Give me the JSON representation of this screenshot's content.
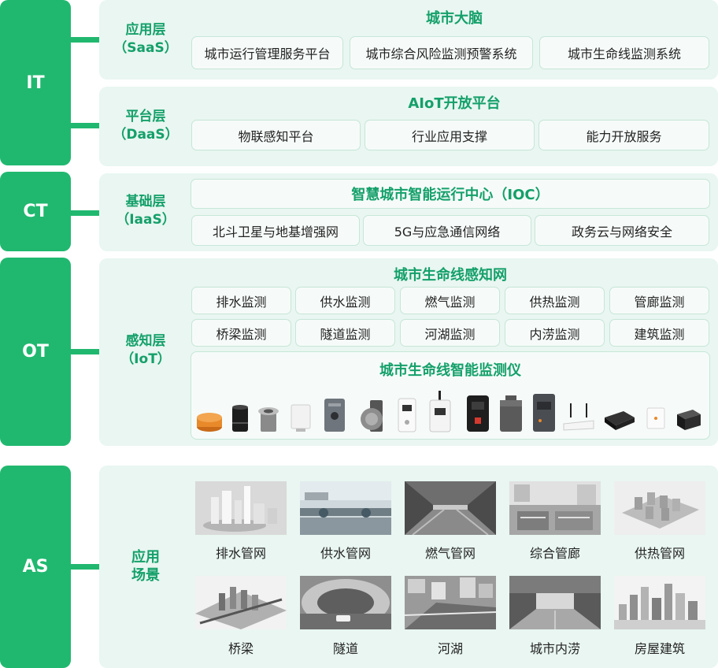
{
  "tiers": [
    "IT",
    "CT",
    "OT",
    "AS"
  ],
  "saas": {
    "label": "应用层\n（SaaS）",
    "title": "城市大脑",
    "items": [
      "城市运行管理服务平台",
      "城市综合风险监测预警系统",
      "城市生命线监测系统"
    ]
  },
  "daas": {
    "label": "平台层\n（DaaS）",
    "title": "AIoT开放平台",
    "items": [
      "物联感知平台",
      "行业应用支撑",
      "能力开放服务"
    ]
  },
  "iaas": {
    "label": "基础层\n（IaaS）",
    "title": "智慧城市智能运行中心（IOC）",
    "items": [
      "北斗卫星与地基增强网",
      "5G与应急通信网络",
      "政务云与网络安全"
    ]
  },
  "iot": {
    "label": "感知层\n（IoT）",
    "title": "城市生命线感知网",
    "items": [
      "排水监测",
      "供水监测",
      "燃气监测",
      "供热监测",
      "管廊监测",
      "桥梁监测",
      "隧道监测",
      "河湖监测",
      "内涝监测",
      "建筑监测"
    ],
    "devices_title": "城市生命线智能监测仪",
    "devices": [
      "orange-puck-sensor-icon",
      "black-cylinder-sensor-icon",
      "manhole-level-sensor-icon",
      "white-box-sensor-icon",
      "gray-panel-sensor-icon",
      "round-valve-sensor-icon",
      "white-meter-icon",
      "white-antenna-meter-icon",
      "black-box-meter-icon",
      "dark-gray-logger-icon",
      "dark-tall-logger-icon",
      "router-icon",
      "black-gateway-icon",
      "small-white-sensor-icon",
      "black-small-box-icon"
    ],
    "brand_color": "#e8892a"
  },
  "scenes": {
    "label": "应用\n场景",
    "items": [
      "排水管网",
      "供水管网",
      "燃气管网",
      "综合管廊",
      "供热管网",
      "桥梁",
      "隧道",
      "河湖",
      "城市内涝",
      "房屋建筑"
    ]
  },
  "colors": {
    "accent": "#20b86f",
    "title": "#14a06a",
    "panel": "#e9f6f1"
  }
}
